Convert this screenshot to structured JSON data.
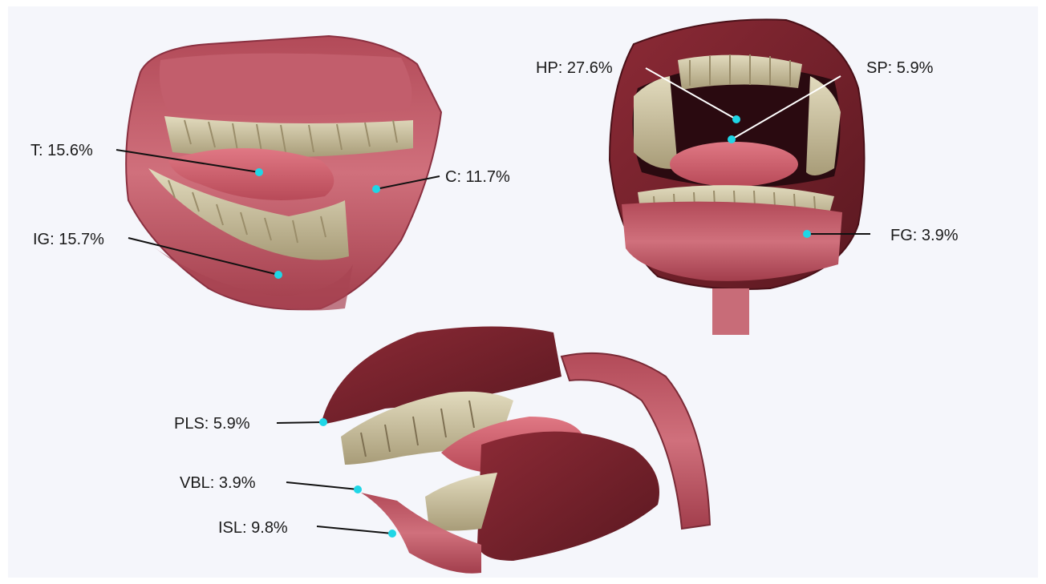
{
  "labels": {
    "T": "T: 15.6%",
    "IG": "IG: 15.7%",
    "C": "C: 11.7%",
    "HP": "HP: 27.6%",
    "SP": "SP: 5.9%",
    "FG": "FG: 3.9%",
    "PLS": "PLS: 5.9%",
    "VBL": "VBL: 3.9%",
    "ISL": "ISL: 9.8%"
  },
  "colors": {
    "marker": "#1fd6e6",
    "leader_dark": "#111111",
    "leader_light": "#ffffff",
    "lip": "#c8606c",
    "lip_dark": "#7a1f2a",
    "teeth": "#cfc6a6",
    "tongue": "#d4606e"
  }
}
